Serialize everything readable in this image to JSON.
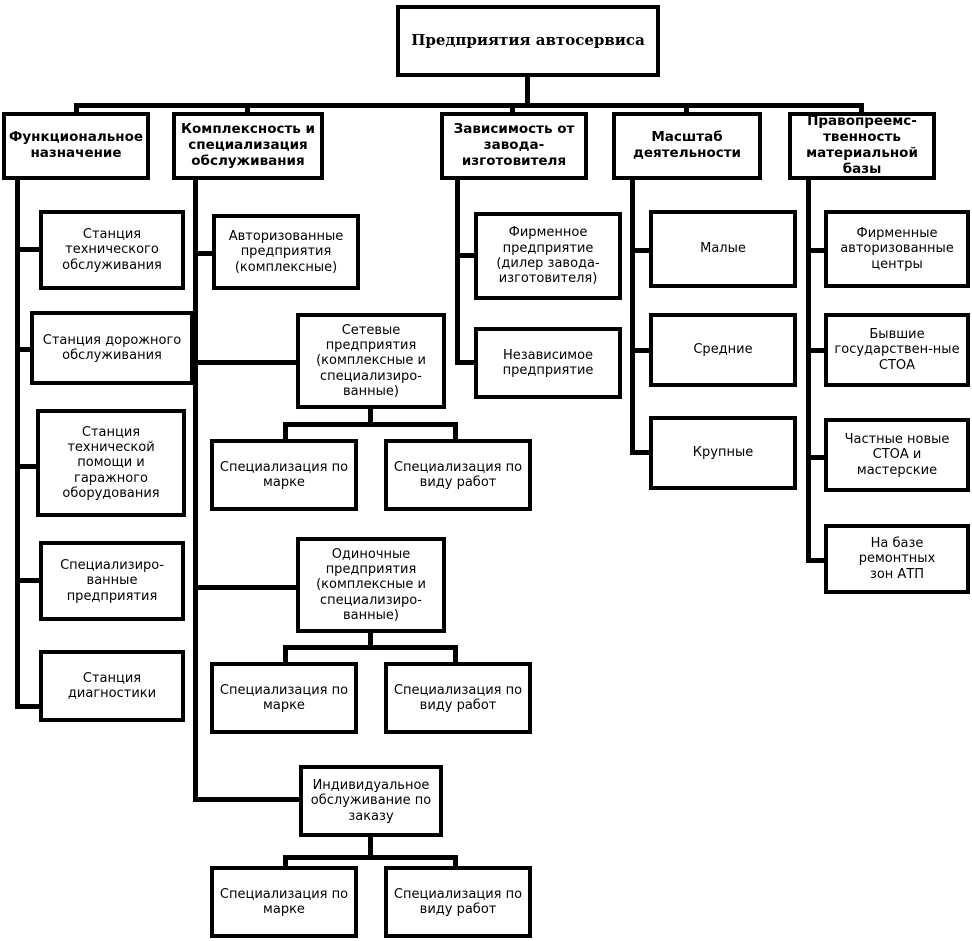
{
  "diagram": {
    "title": "Предприятия автосервиса",
    "root": {
      "id": "root",
      "label": "Предприятия автосервиса"
    },
    "categories": [
      {
        "id": "cat1",
        "label": "Функциональное\nназначение"
      },
      {
        "id": "cat2",
        "label": "Комплексность и\nспециализация\nобслуживания"
      },
      {
        "id": "cat3",
        "label": "Зависимость от\nзавода-\nизготовителя"
      },
      {
        "id": "cat4",
        "label": "Масштаб\nдеятельности"
      },
      {
        "id": "cat5",
        "label": "Правопреемс-\nтвенность\nматериальной\nбазы"
      }
    ],
    "column1_items": [
      {
        "id": "c1i1",
        "label": "Станция\nтехнического\nобслуживания"
      },
      {
        "id": "c1i2",
        "label": "Станция дорожного\nобслуживания"
      },
      {
        "id": "c1i3",
        "label": "Станция\nтехнической\nпомощи и\nгаражного\nоборудования"
      },
      {
        "id": "c1i4",
        "label": "Специализиро-\nванные\nпредприятия"
      },
      {
        "id": "c1i5",
        "label": "Станция\nдиагностики"
      }
    ],
    "column2_items": [
      {
        "id": "c2i1",
        "label": "Авторизованные\nпредприятия\n(комплексные)"
      },
      {
        "id": "c2i2",
        "label": "Сетевые\nпредприятия\n(комплексные и\nспециализиро-\nванные)"
      },
      {
        "id": "c2i3",
        "label": "Одиночные\nпредприятия\n(комплексные и\nспециализиро-\nванные)"
      },
      {
        "id": "c2i4",
        "label": "Индивидуальное\nобслуживание по\nзаказу"
      }
    ],
    "spec_groups": [
      {
        "id": "spec_set1",
        "parent": "c2i2",
        "items": [
          {
            "id": "s1a",
            "label": "Специализация по\nмарке"
          },
          {
            "id": "s1b",
            "label": "Специализация по\nвиду работ"
          }
        ]
      },
      {
        "id": "spec_set2",
        "parent": "c2i3",
        "items": [
          {
            "id": "s2a",
            "label": "Специализация по\nмарке"
          },
          {
            "id": "s2b",
            "label": "Специализация по\nвиду работ"
          }
        ]
      },
      {
        "id": "spec_set3",
        "parent": "c2i4",
        "items": [
          {
            "id": "s3a",
            "label": "Специализация по\nмарке"
          },
          {
            "id": "s3b",
            "label": "Специализация по\nвиду работ"
          }
        ]
      }
    ],
    "column3_items": [
      {
        "id": "c3i1",
        "label": "Фирменное\nпредприятие\n(дилер завода-\nизготовителя)"
      },
      {
        "id": "c3i2",
        "label": "Независимое\nпредприятие"
      }
    ],
    "column4_items": [
      {
        "id": "c4i1",
        "label": "Малые"
      },
      {
        "id": "c4i2",
        "label": "Средние"
      },
      {
        "id": "c4i3",
        "label": "Крупные"
      }
    ],
    "column5_items": [
      {
        "id": "c5i1",
        "label": "Фирменные\nавторизованные\nцентры"
      },
      {
        "id": "c5i2",
        "label": "Бывшие\nгосударствен-ные\nСТОА"
      },
      {
        "id": "c5i3",
        "label": "Частные новые\nСТОА и мастерские"
      },
      {
        "id": "c5i4",
        "label": "На базе ремонтных\nзон АТП"
      }
    ],
    "colors": {
      "line": "#000000",
      "box_fill": "#ffffff",
      "text": "#000000"
    }
  }
}
